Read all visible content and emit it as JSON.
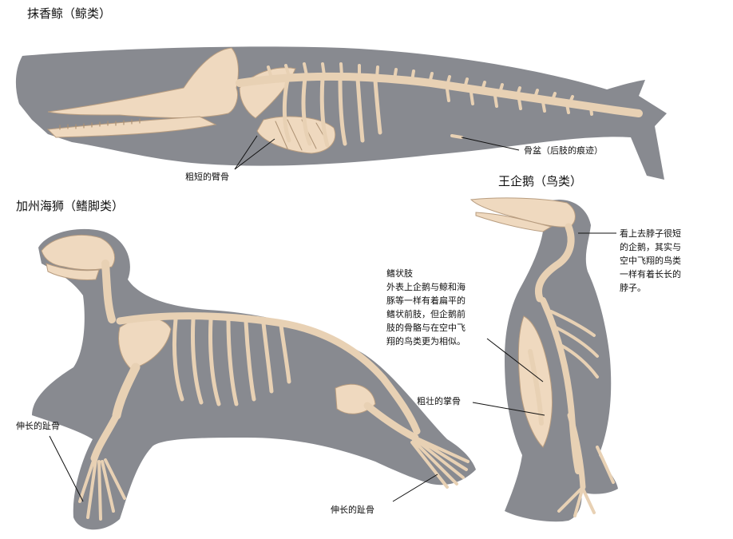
{
  "colors": {
    "silhouette": "#888a90",
    "bone": "#efd9bf",
    "bone_edge": "#b89d80",
    "text": "#111111"
  },
  "whale": {
    "title": "抹香鲸（鲸类）",
    "labels": {
      "arm_bones": "粗短的臂骨",
      "pelvis": "骨盆（后肢的痕迹）"
    }
  },
  "sealion": {
    "title": "加州海狮（鳍脚类）",
    "labels": {
      "front_toes": "伸长的趾骨",
      "rear_toes": "伸长的趾骨"
    }
  },
  "penguin": {
    "title": "王企鹅（鸟类）",
    "labels": {
      "neck": "看上去脖子很短\n的企鹅，其实与\n空中飞翔的鸟类\n一样有着长长的\n脖子。",
      "flipper": "鳍状肢\n外表上企鹅与鲸和海\n豚等一样有着扁平的\n鳍状前肢，但企鹅前\n肢的骨骼与在空中飞\n翔的鸟类更为相似。",
      "metacarpal": "粗壮的掌骨"
    }
  }
}
